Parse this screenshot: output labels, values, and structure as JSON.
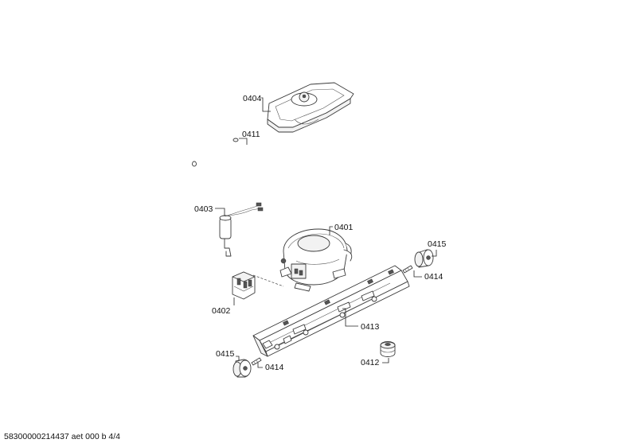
{
  "parts": [
    {
      "label": "0404",
      "name": "evaporation tray"
    },
    {
      "label": "0411",
      "name": "hose"
    },
    {
      "label": "0403",
      "name": "capacitor"
    },
    {
      "label": "0401",
      "name": "compressor"
    },
    {
      "label": "0415",
      "name": "rubber grommet right"
    },
    {
      "label": "0414",
      "name": "pin right"
    },
    {
      "label": "0402",
      "name": "relay"
    },
    {
      "label": "0413",
      "name": "mounting rail"
    },
    {
      "label": "0415",
      "name": "rubber grommet left"
    },
    {
      "label": "0414",
      "name": "pin left"
    },
    {
      "label": "0412",
      "name": "rubber grommet loose"
    }
  ],
  "footer": "58300000214437 aet 000 b 4/4"
}
